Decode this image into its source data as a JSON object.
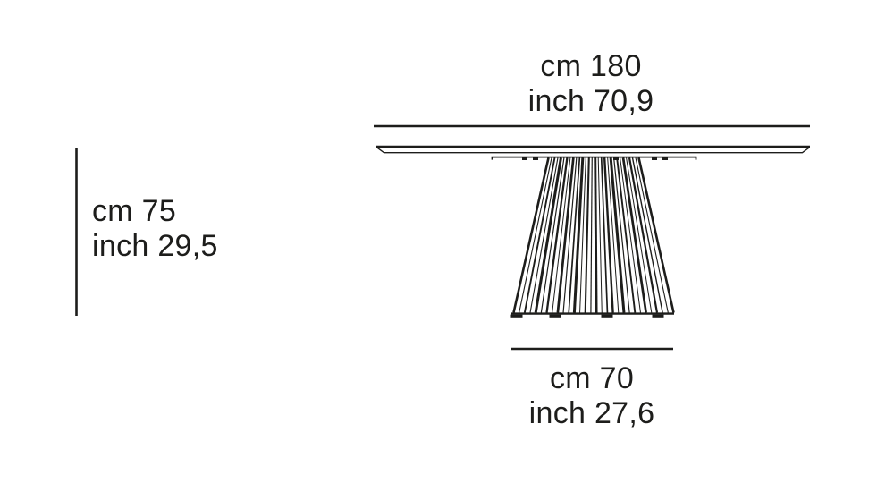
{
  "page": {
    "title": "Round table dimensions diagram"
  },
  "labels": {
    "top": {
      "cm": "cm 180",
      "inch": "inch 70,9"
    },
    "left": {
      "cm": "cm 75",
      "inch": "inch 29,5"
    },
    "bottom": {
      "cm": "cm 70",
      "inch": "inch 27,6"
    }
  },
  "dimensions": {
    "tabletop_width": {
      "cm": "180",
      "inch": "70,9"
    },
    "table_height": {
      "cm": "75",
      "inch": "29,5"
    },
    "base_width": {
      "cm": "70",
      "inch": "27,6"
    }
  },
  "colors": {
    "ink": "#1d1d1b",
    "background": "#ffffff"
  }
}
